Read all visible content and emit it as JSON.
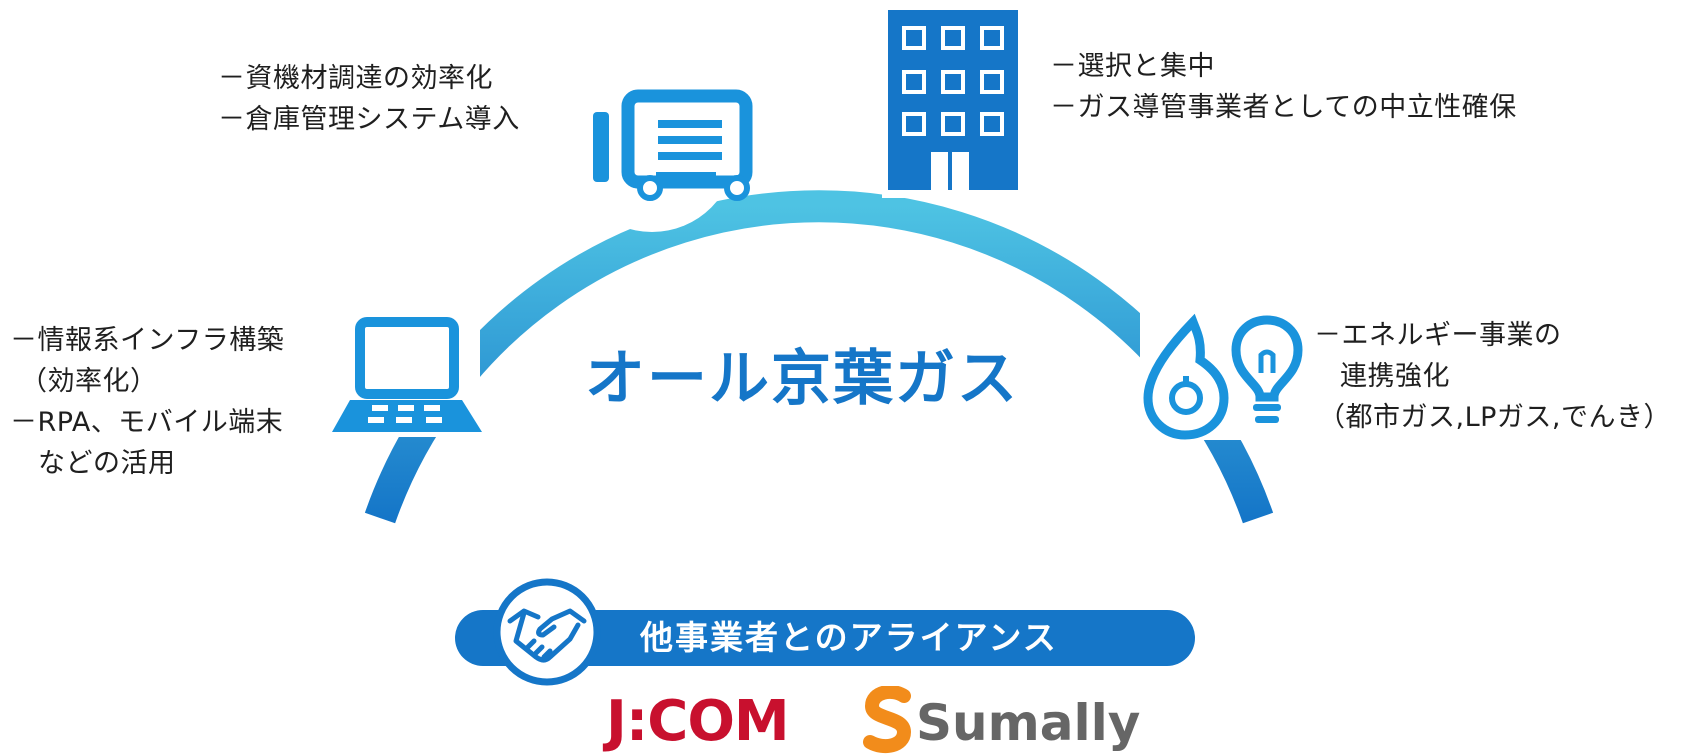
{
  "center_title": "オール京葉ガス",
  "labels": {
    "procurement": [
      "－資機材調達の効率化",
      "－倉庫管理システム導入"
    ],
    "selection": [
      "－選択と集中",
      "－ガス導管事業者としての中立性確保"
    ],
    "it": [
      "－情報系インフラ構築",
      "（効率化）",
      "－RPA、モバイル端末",
      "などの活用"
    ],
    "energy": [
      "－エネルギー事業の",
      "連携強化",
      "（都市ガス,LPガス,でんき）"
    ]
  },
  "alliance": {
    "label": "他事業者とのアライアンス"
  },
  "partners": {
    "jcom": "J:COM",
    "sumally": "Sumally"
  },
  "icons": [
    "truck-icon",
    "building-icon",
    "laptop-icon",
    "flame-icon",
    "light-bulb-icon",
    "handshake-icon"
  ],
  "colors": {
    "primary": "#1576c8",
    "arc_light": "#4ec3e3",
    "jcom_red": "#c8102e",
    "sumally_orange": "#f28c1b",
    "sumally_grey": "#666666"
  }
}
